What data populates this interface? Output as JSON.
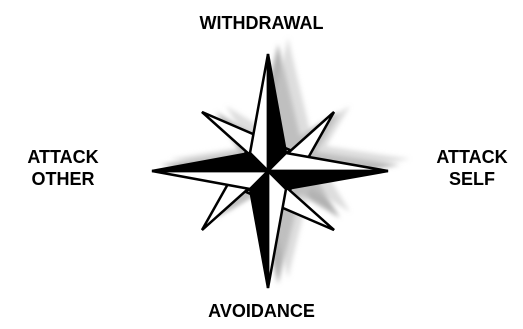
{
  "labels": {
    "top": "WITHDRAWAL",
    "bottom": "AVOIDANCE",
    "left": [
      "ATTACK",
      "OTHER"
    ],
    "right": [
      "ATTACK",
      "SELF"
    ]
  },
  "colors": {
    "ink": "#000000",
    "paper": "#ffffff",
    "shadow": "#7a7a7a"
  },
  "icon": "compass-rose-icon"
}
